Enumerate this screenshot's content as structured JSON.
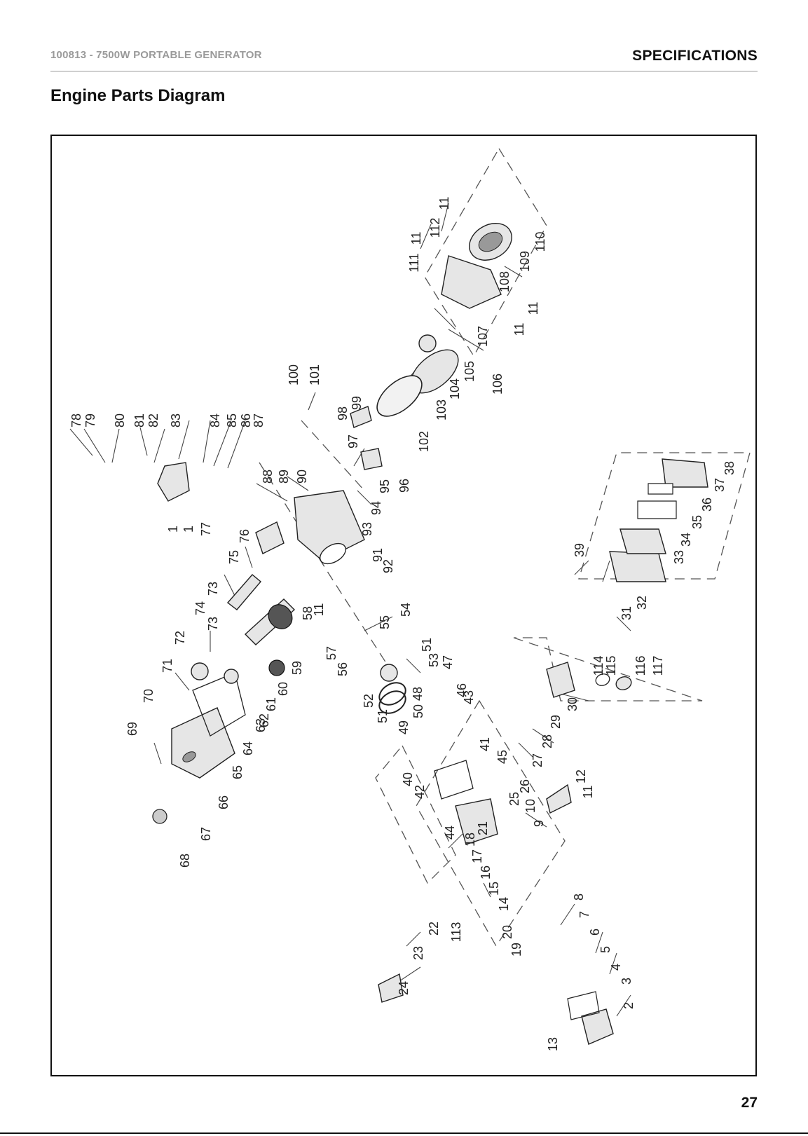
{
  "header": {
    "doc_id": "100813 - 7500W PORTABLE GENERATOR",
    "section": "SPECIFICATIONS"
  },
  "title": "Engine Parts Diagram",
  "page_number": "27",
  "part_labels": [
    "1",
    "2",
    "3",
    "4",
    "5",
    "6",
    "7",
    "8",
    "9",
    "10",
    "11",
    "12",
    "13",
    "14",
    "15",
    "16",
    "17",
    "18",
    "19",
    "20",
    "21",
    "22",
    "23",
    "24",
    "25",
    "26",
    "27",
    "28",
    "29",
    "30",
    "31",
    "32",
    "33",
    "34",
    "35",
    "36",
    "37",
    "38",
    "39",
    "40",
    "41",
    "42",
    "43",
    "44",
    "45",
    "46",
    "47",
    "48",
    "49",
    "50",
    "51",
    "52",
    "53",
    "54",
    "55",
    "56",
    "57",
    "58",
    "59",
    "60",
    "61",
    "62",
    "63",
    "64",
    "65",
    "66",
    "67",
    "68",
    "69",
    "70",
    "71",
    "72",
    "73",
    "74",
    "75",
    "76",
    "77",
    "78",
    "79",
    "80",
    "81",
    "82",
    "83",
    "84",
    "85",
    "86",
    "87",
    "88",
    "89",
    "90",
    "91",
    "92",
    "93",
    "94",
    "95",
    "96",
    "97",
    "98",
    "99",
    "100",
    "101",
    "102",
    "103",
    "104",
    "105",
    "106",
    "107",
    "108",
    "109",
    "110",
    "111",
    "112",
    "113",
    "114",
    "115",
    "116",
    "117"
  ]
}
